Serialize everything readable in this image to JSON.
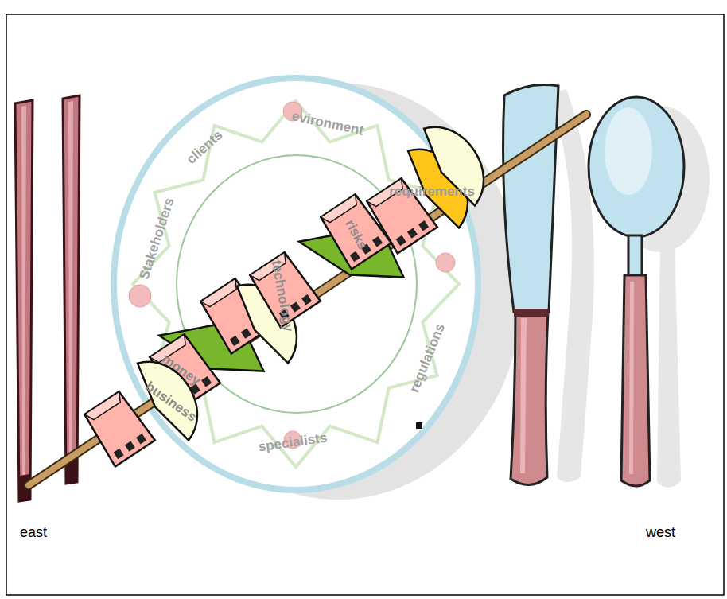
{
  "diagram": {
    "nodes": [
      {
        "text": [
          "Stakeholders",
          "clients",
          "evironment",
          "regulations",
          "specialists"
        ]
      },
      {
        "text": [
          "requirements"
        ]
      },
      {
        "text": [
          "risks"
        ]
      },
      {
        "text": [
          "technology"
        ]
      },
      {
        "text": [
          "money"
        ]
      },
      {
        "text": [
          "business"
        ]
      }
    ],
    "labels": [
      "east",
      "west"
    ]
  }
}
